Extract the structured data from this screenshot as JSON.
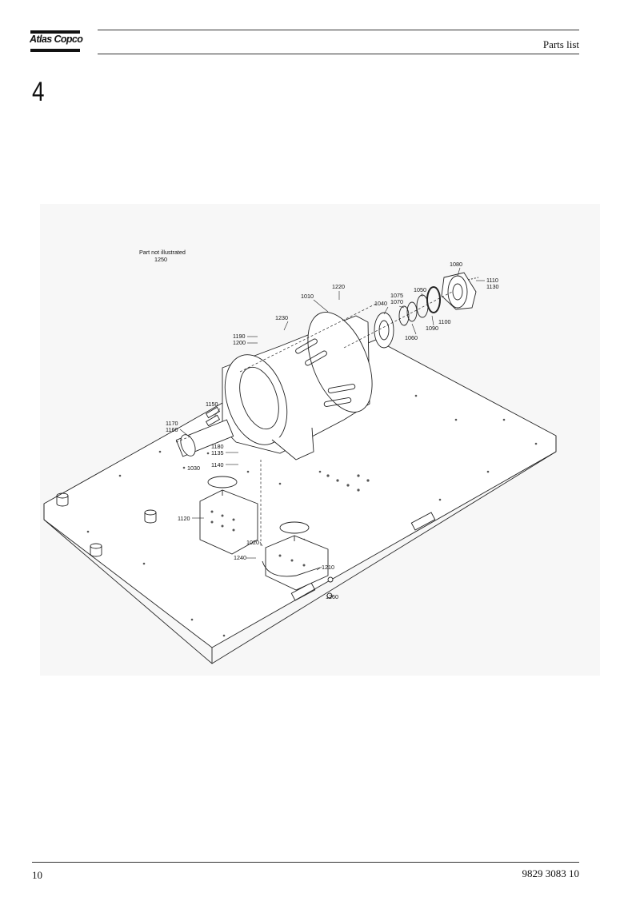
{
  "header": {
    "brand": "Atlas Copco",
    "title": "Parts list"
  },
  "section": {
    "number": "4"
  },
  "figure": {
    "note_line1": "Part not illustrated",
    "note_line2": "1250",
    "callouts": [
      "1010",
      "1020",
      "1030",
      "1040",
      "1050",
      "1060",
      "1070",
      "1075",
      "1080",
      "1090",
      "1100",
      "1110",
      "1120",
      "1130",
      "1135",
      "1140",
      "1150",
      "1160",
      "1170",
      "1180",
      "1190",
      "1200",
      "1210",
      "1220",
      "1230",
      "1240",
      "1260"
    ]
  },
  "footer": {
    "page_number": "10",
    "document_number": "9829 3083 10"
  }
}
